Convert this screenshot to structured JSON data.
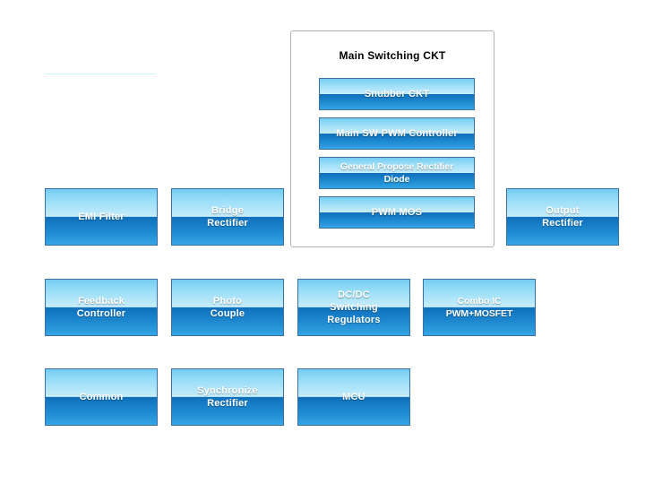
{
  "diagram": {
    "title_visible": false,
    "background_color": "#ffffff",
    "block_border_color": "#3b6fa8",
    "block_gradient_top_color": "#74cdf2",
    "block_gradient_mid_color": "#cdeffc",
    "block_gradient_lower_color": "#0f6fba",
    "block_gradient_bottom_color": "#36a6e4",
    "block_text_color": "#ffffff",
    "panel_border_color": "#b3b3b3",
    "divider_line_color": "#ccf7fb"
  },
  "group_panel": {
    "title": "Main Switching CKT",
    "blocks": [
      {
        "label": "Snubber CKT"
      },
      {
        "label": "Main SW PWM Controller"
      },
      {
        "label": "General Propose Rectifier\nDiode"
      },
      {
        "label": "PWM MOS"
      }
    ]
  },
  "blocks": [
    {
      "label": "EMI Filter"
    },
    {
      "label": "Bridge\nRectifier"
    },
    {
      "label": "Output\nRectifier"
    },
    {
      "label": "Feedback\nController"
    },
    {
      "label": "Photo\nCouple"
    },
    {
      "label": "DC/DC\nSwitching\nRegulators"
    },
    {
      "label": "Combo IC\nPWM+MOSFET"
    },
    {
      "label": "Common"
    },
    {
      "label": "Synchronize\nRectifier"
    },
    {
      "label": "MCU"
    }
  ]
}
